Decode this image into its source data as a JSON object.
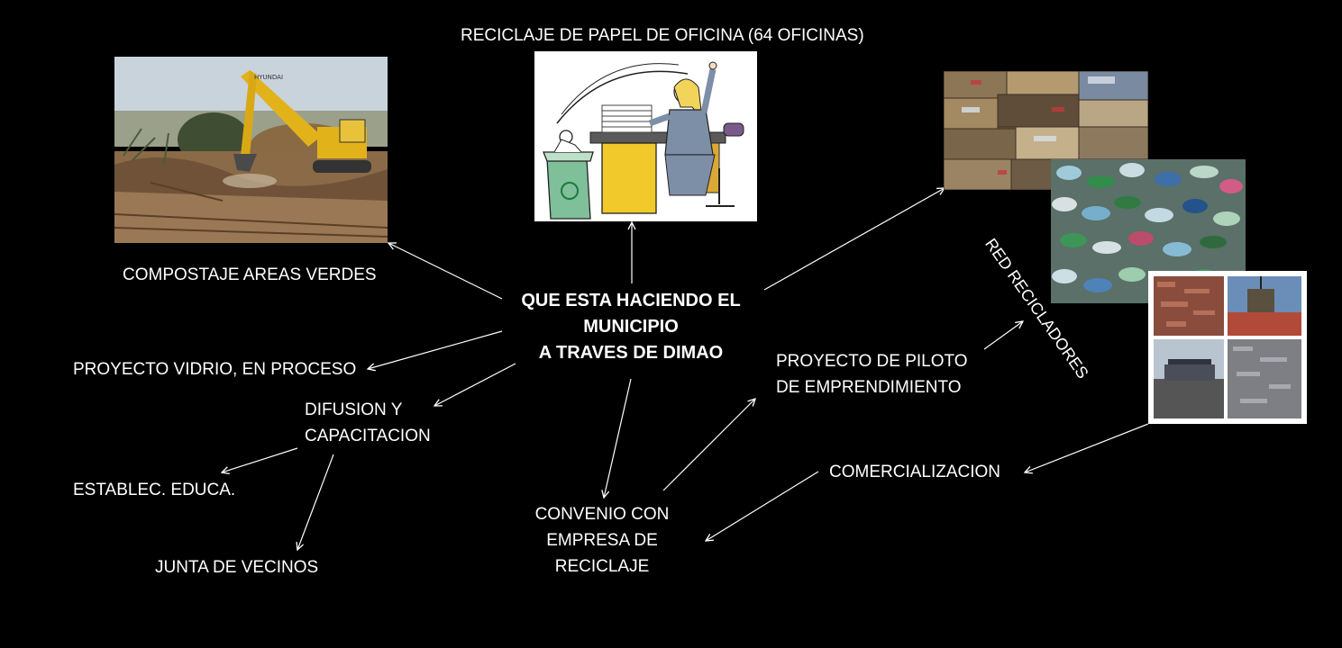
{
  "center": {
    "line1": "QUE ESTA HACIENDO EL",
    "line2": "MUNICIPIO",
    "line3": "A TRAVES DE DIMAO"
  },
  "labels": {
    "paper_recycling": "RECICLAJE DE PAPEL DE OFICINA (64 OFICINAS)",
    "composting": "COMPOSTAJE AREAS VERDES",
    "glass_project": "PROYECTO VIDRIO, EN PROCESO",
    "diffusion_line1": "DIFUSION Y",
    "diffusion_line2": "CAPACITACION",
    "schools": "ESTABLEC. EDUCA.",
    "neighbors": "JUNTA DE VECINOS",
    "agreement_line1": "CONVENIO CON",
    "agreement_line2": "EMPRESA DE",
    "agreement_line3": "RECICLAJE",
    "pilot_line1": "PROYECTO DE PILOTO",
    "pilot_line2": "DE EMPRENDIMIENTO",
    "commercialization": "COMERCIALIZACION",
    "recyclers_network": "RED RECICLADORES"
  }
}
